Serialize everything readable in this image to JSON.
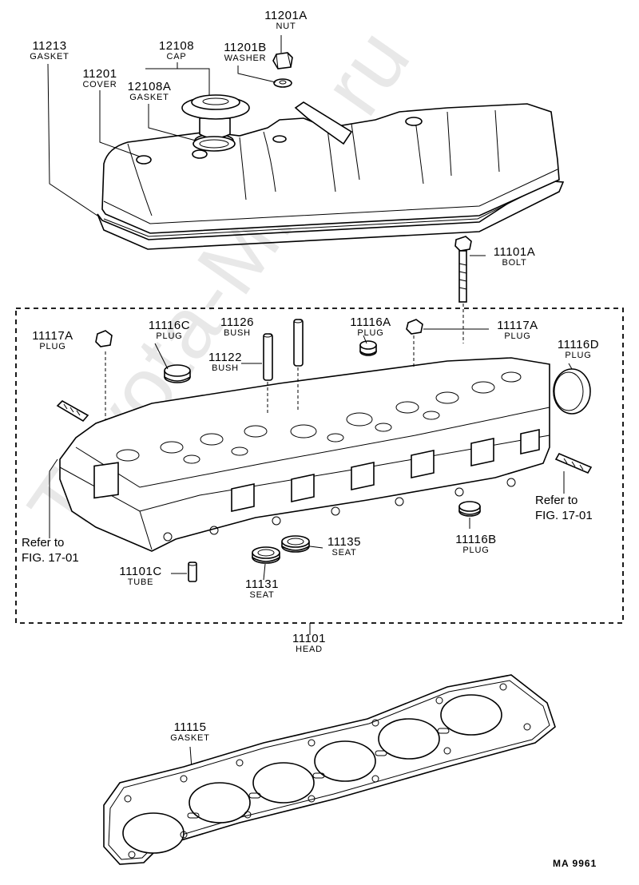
{
  "labels": {
    "nut": {
      "number": "11201A",
      "name": "NUT"
    },
    "gasket_cover": {
      "number": "11213",
      "name": "GASKET"
    },
    "cap": {
      "number": "12108",
      "name": "CAP"
    },
    "washer": {
      "number": "11201B",
      "name": "WASHER"
    },
    "cover": {
      "number": "11201",
      "name": "COVER"
    },
    "cap_gasket": {
      "number": "12108A",
      "name": "GASKET"
    },
    "bolt": {
      "number": "11101A",
      "name": "BOLT"
    },
    "bush_11126": {
      "number": "11126",
      "name": "BUSH"
    },
    "plug_11116C": {
      "number": "11116C",
      "name": "PLUG"
    },
    "plug_11116A": {
      "number": "11116A",
      "name": "PLUG"
    },
    "plug_11117A_left": {
      "number": "11117A",
      "name": "PLUG"
    },
    "plug_11117A_right": {
      "number": "11117A",
      "name": "PLUG"
    },
    "plug_11116D": {
      "number": "11116D",
      "name": "PLUG"
    },
    "bush_11122": {
      "number": "11122",
      "name": "BUSH"
    },
    "seat_11135": {
      "number": "11135",
      "name": "SEAT"
    },
    "plug_11116B": {
      "number": "11116B",
      "name": "PLUG"
    },
    "tube": {
      "number": "11101C",
      "name": "TUBE"
    },
    "seat_11131": {
      "number": "11131",
      "name": "SEAT"
    },
    "head": {
      "number": "11101",
      "name": "HEAD"
    },
    "head_gasket": {
      "number": "11115",
      "name": "GASKET"
    }
  },
  "refs": {
    "left": {
      "line1": "Refer to",
      "line2": "FIG. 17-01"
    },
    "right": {
      "line1": "Refer to",
      "line2": "FIG. 17-01"
    }
  },
  "diagram_code": "MA  9961",
  "watermark": "Toyota-Mine.ru"
}
